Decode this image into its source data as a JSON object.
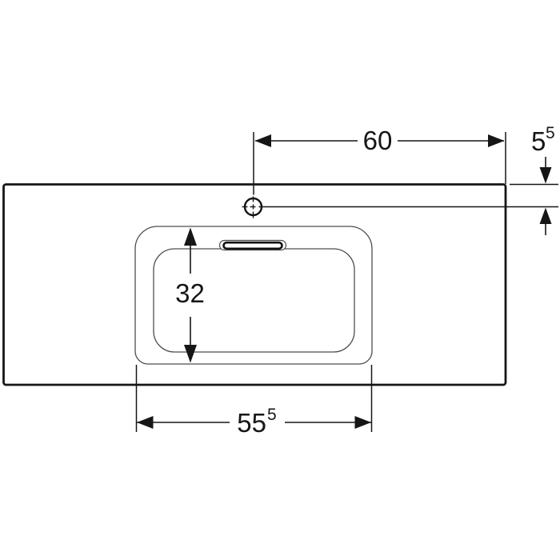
{
  "figure": {
    "type": "washbasin-plan-technical-drawing",
    "colors": {
      "line_dark": "#161616",
      "line_thin": "#4d4d4d",
      "background": "#ffffff"
    },
    "dims": {
      "tap_to_edge": "60",
      "edge_to_tap": {
        "main": "5",
        "sup": "5"
      },
      "bowl_depth": "32",
      "bowl_width": {
        "main": "55",
        "sup": "5"
      }
    }
  }
}
